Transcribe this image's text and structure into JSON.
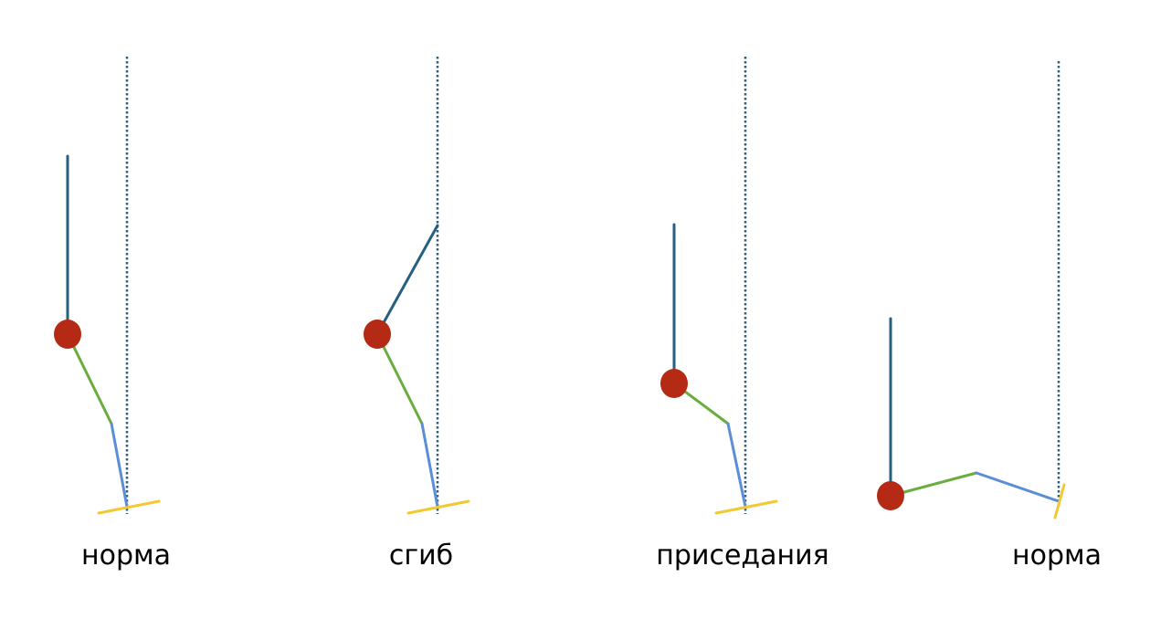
{
  "labels": {
    "figure_1": "норма",
    "figure_2": "сгиб",
    "figure_3": "приседания",
    "figure_4": "норма"
  },
  "colors": {
    "reference_line": "#2f5d7e",
    "torso": "#265f80",
    "thigh": "#6aad3f",
    "shin": "#5b8ed8",
    "foot": "#f2c833",
    "hip": "#b52a14"
  }
}
